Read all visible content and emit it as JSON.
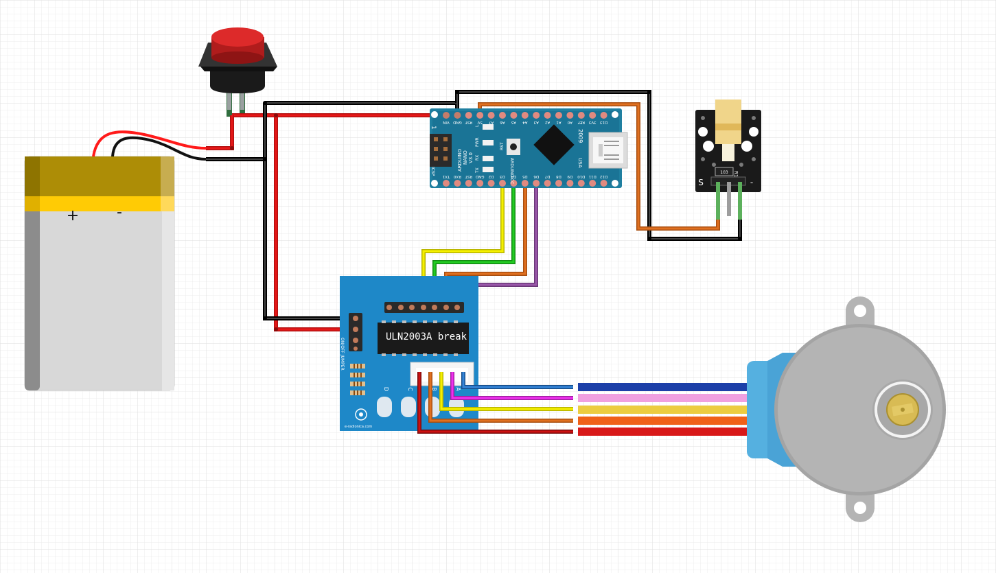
{
  "battery": {
    "plus": "+",
    "minus": "-"
  },
  "arduino": {
    "top_pins": [
      "D12",
      "D11",
      "D10",
      "D9",
      "D8",
      "D7",
      "D6",
      "D5",
      "D4",
      "D3",
      "D2",
      "GND",
      "RST",
      "RX0",
      "TX1"
    ],
    "top_labels_rotated": [
      "TX1",
      "RX0",
      "RST",
      "GND",
      "D2",
      "D3",
      "D4",
      "D5",
      "D6",
      "D7",
      "D8",
      "D9",
      "D10",
      "D11",
      "D12"
    ],
    "header_top": [
      "VIN",
      "GND",
      "RST",
      "5V",
      "A7",
      "A6",
      "A5",
      "A4",
      "A3",
      "A2",
      "A1",
      "A0",
      "REF",
      "3V3",
      "D13"
    ],
    "header_bottom": [
      "TX1",
      "RX0",
      "RST",
      "GND",
      "D2",
      "D3",
      "D4",
      "D5",
      "D6",
      "D7",
      "D8",
      "D9",
      "D10",
      "D11",
      "D12"
    ],
    "name_lines": [
      "ARDUINO",
      "NANO",
      "V3.0"
    ],
    "led_labels": [
      "L",
      "PWR",
      "RX",
      "TX"
    ],
    "rst_label": "RST",
    "icsp_label": "ICSP",
    "one_label": "1",
    "year": "2009",
    "usa": "USA",
    "site": "ARDUINO.CC"
  },
  "laser_module": {
    "s_label": "S",
    "minus_label": "-",
    "resistor_label": "R1",
    "resistor_code": "103"
  },
  "driver_board": {
    "chip_label": "ULN2003A break",
    "jumper_label": "ON/OFF JUMPER",
    "led_letters": [
      "D",
      "C",
      "B",
      "A"
    ],
    "brand": "e-radionica.com"
  },
  "colors": {
    "wire_red": "#cc1010",
    "wire_black": "#111111",
    "wire_orange": "#e07020",
    "wire_yellow": "#f5f000",
    "wire_green": "#22bb22",
    "wire_purple": "#9050a0",
    "wire_blue": "#2a70c0",
    "wire_pink": "#f030f0",
    "nano_board": "#1f7fa0",
    "driver_board": "#1e88c8",
    "motor_body": "#b4b4b4",
    "motor_cap": "#55b0e0"
  }
}
